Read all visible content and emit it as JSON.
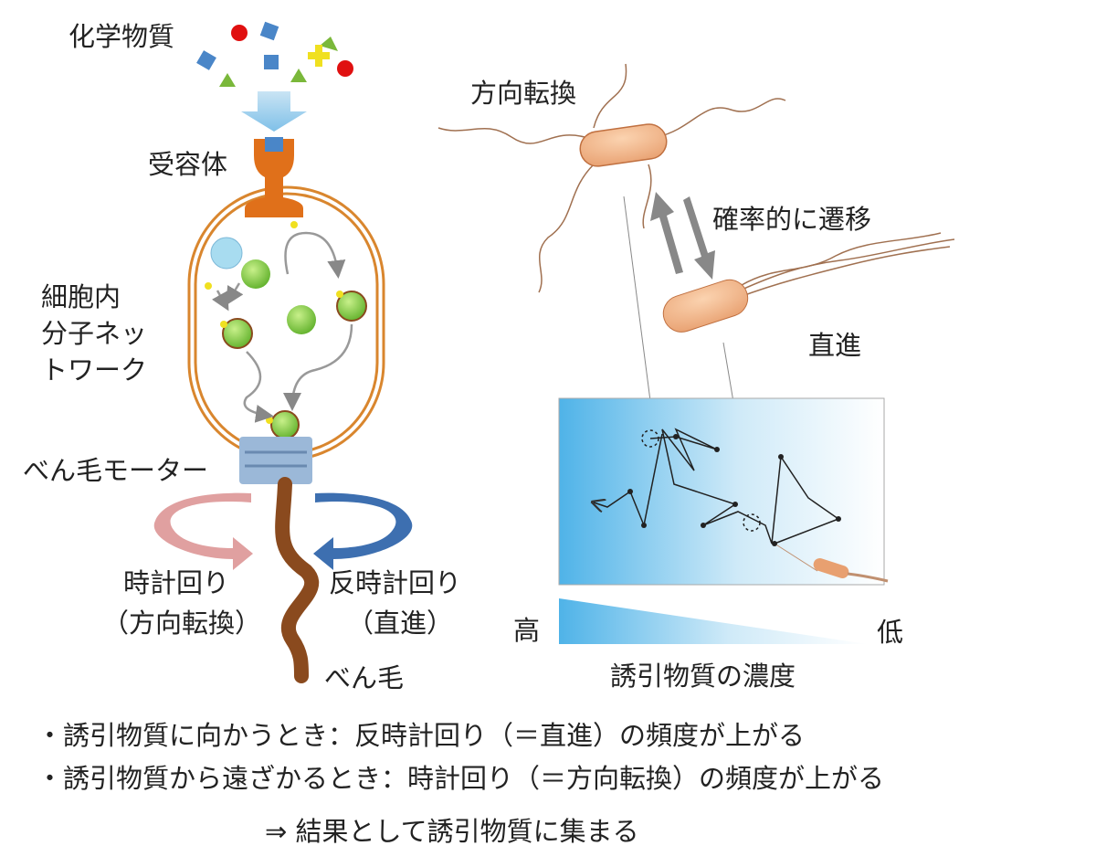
{
  "left": {
    "chemicals_label": "化学物質",
    "receptor_label": "受容体",
    "network_label": [
      "細胞内",
      "分子ネッ",
      "トワーク"
    ],
    "motor_label": "べん毛モーター",
    "cw_label": "時計回り",
    "cw_sub": "（方向転換）",
    "ccw_label": "反時計回り",
    "ccw_sub": "（直進）",
    "flagellum_label": "べん毛"
  },
  "right": {
    "tumble_label": "方向転換",
    "transition_label": "確率的に遷移",
    "run_label": "直進",
    "high_label": "高",
    "low_label": "低",
    "gradient_label": "誘引物質の濃度"
  },
  "bullets": [
    "・誘引物質に向かうとき：反時計回り（＝直進）の頻度が上がる",
    "・誘引物質から遠ざかるとき：時計回り（＝方向転換）の頻度が上がる"
  ],
  "conclusion": "⇒ 結果として誘引物質に集まる",
  "colors": {
    "cell": "#d9862e",
    "receptor": "#e0701a",
    "flagellum": "#8a4a1e",
    "molecule": "#7cc93a",
    "cw_arrow": "#e0a0a0",
    "ccw_arrow": "#3d6fb0",
    "gradient": "#4fb3e8"
  }
}
